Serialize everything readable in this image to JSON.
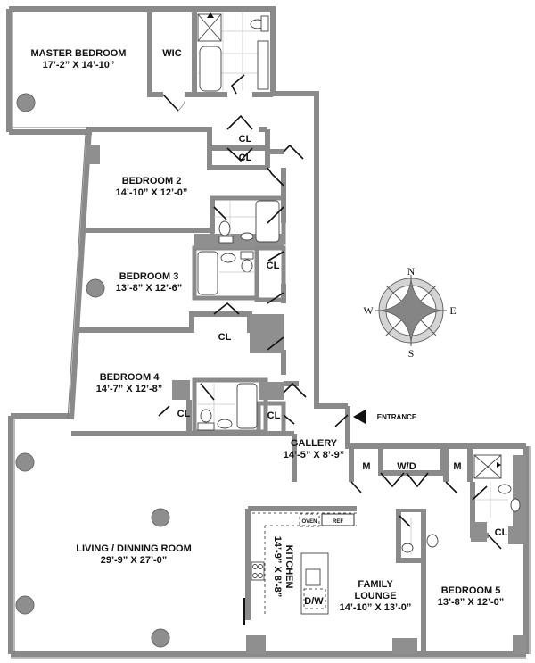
{
  "plan": {
    "rooms": {
      "master_bedroom": {
        "name": "MASTER BEDROOM",
        "dims": "17’-2” X 14’-10”"
      },
      "wic": {
        "name": "WIC"
      },
      "bedroom2": {
        "name": "BEDROOM 2",
        "dims": "14’-10” X 12’-0”"
      },
      "bedroom3": {
        "name": "BEDROOM 3",
        "dims": "13’-8” X 12’-6”"
      },
      "bedroom4": {
        "name": "BEDROOM 4",
        "dims": "14’-7” X 12’-8”"
      },
      "gallery": {
        "name": "GALLERY",
        "dims": "14’-5” X 8’-9”"
      },
      "living": {
        "name": "LIVING / DINNING ROOM",
        "dims": "29’-9” X 27’-0”"
      },
      "kitchen": {
        "name": "KITCHEN",
        "dims": "14’-9” X 8’-8”"
      },
      "family_lounge": {
        "name_line1": "FAMILY",
        "name_line2": "LOUNGE",
        "dims": "14’-10” X 13’-0”"
      },
      "bedroom5": {
        "name": "BEDROOM 5",
        "dims": "13’-8” X 12’-0”"
      }
    },
    "closets": {
      "cl": "CL",
      "m": "M",
      "wd": "W/D"
    },
    "appliances": {
      "oven": "OVEN",
      "ref": "REF",
      "dw": "D/W"
    },
    "entrance": "ENTRANCE",
    "compass": {
      "n": "N",
      "s": "S",
      "e": "E",
      "w": "W"
    }
  }
}
